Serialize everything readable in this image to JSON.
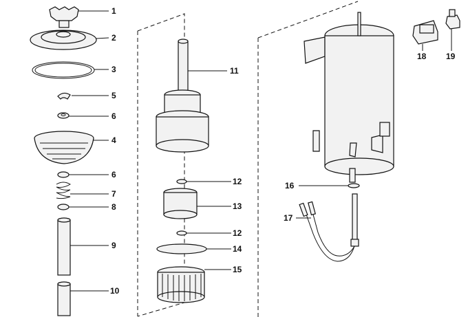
{
  "callouts": [
    {
      "id": "c1",
      "text": "1"
    },
    {
      "id": "c2",
      "text": "2"
    },
    {
      "id": "c3",
      "text": "3"
    },
    {
      "id": "c5",
      "text": "5"
    },
    {
      "id": "c6a",
      "text": "6"
    },
    {
      "id": "c4",
      "text": "4"
    },
    {
      "id": "c6b",
      "text": "6"
    },
    {
      "id": "c7",
      "text": "7"
    },
    {
      "id": "c8",
      "text": "8"
    },
    {
      "id": "c9",
      "text": "9"
    },
    {
      "id": "c10",
      "text": "10"
    },
    {
      "id": "c11",
      "text": "11"
    },
    {
      "id": "c12a",
      "text": "12"
    },
    {
      "id": "c13",
      "text": "13"
    },
    {
      "id": "c12b",
      "text": "12"
    },
    {
      "id": "c14",
      "text": "14"
    },
    {
      "id": "c15",
      "text": "15"
    },
    {
      "id": "c16",
      "text": "16"
    },
    {
      "id": "c17",
      "text": "17"
    },
    {
      "id": "c18",
      "text": "18"
    },
    {
      "id": "c19",
      "text": "19"
    }
  ]
}
